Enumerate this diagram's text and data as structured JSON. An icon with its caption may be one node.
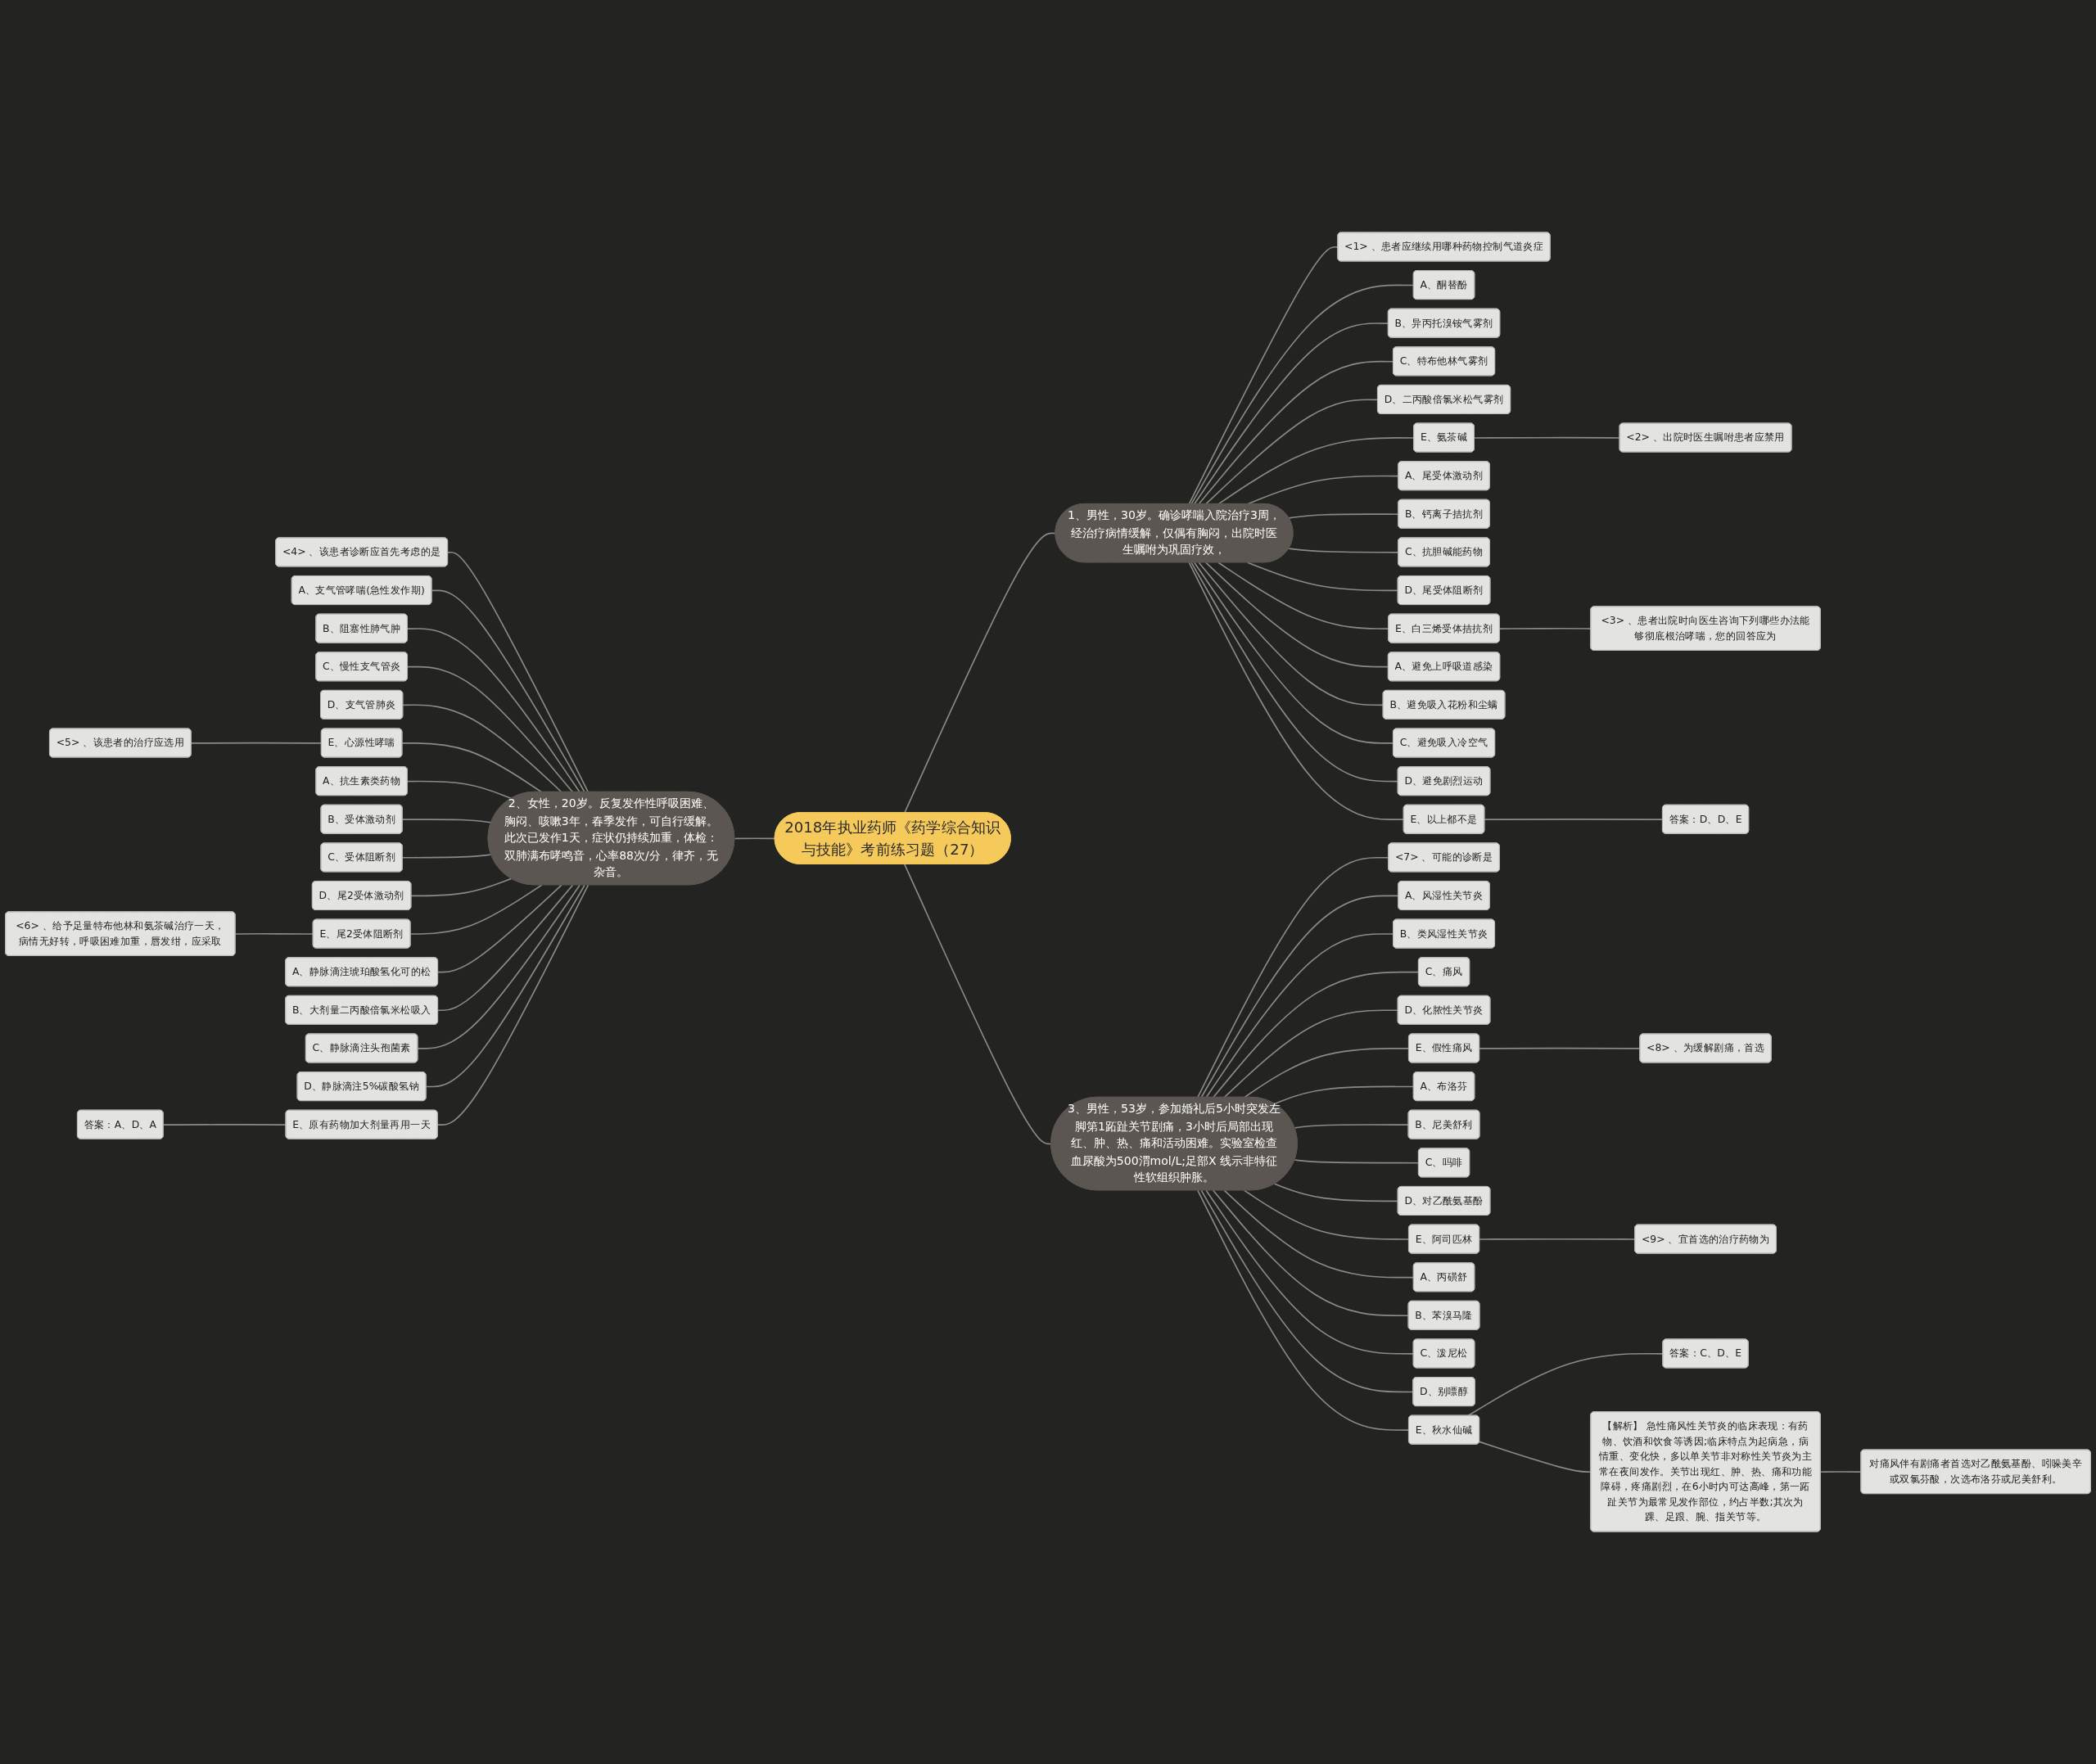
{
  "diagram": {
    "nodes": [
      {
        "text": [
          "2018年执业药师《药学综合知识与技能》考前练习题（27）"
        ]
      },
      {
        "text": [
          "1、男性，30岁。确诊哮喘入院治疗3周，经治疗病情缓解，仅偶有胸闷，出院时医生嘱咐为巩固疗效，"
        ]
      },
      {
        "text": [
          "<1> 、患者应继续用哪种药物控制气道炎症"
        ]
      },
      {
        "text": [
          "A、酮替酚"
        ]
      },
      {
        "text": [
          "B、异丙托溴铵气雾剂"
        ]
      },
      {
        "text": [
          "C、特布他林气雾剂"
        ]
      },
      {
        "text": [
          "D、二丙酸倍氯米松气雾剂"
        ]
      },
      {
        "text": [
          "E、氨茶碱"
        ]
      },
      {
        "text": [
          "<2> 、出院时医生嘱咐患者应禁用"
        ]
      },
      {
        "text": [
          "A、尾受体激动剂"
        ]
      },
      {
        "text": [
          "B、钙离子拮抗剂"
        ]
      },
      {
        "text": [
          "C、抗胆碱能药物"
        ]
      },
      {
        "text": [
          "D、尾受体阻断剂"
        ]
      },
      {
        "text": [
          "E、白三烯受体拮抗剂"
        ]
      },
      {
        "text": [
          "<3> 、患者出院时向医生咨询下列哪些办法能够彻底根治哮喘，您的回答应为"
        ]
      },
      {
        "text": [
          "A、避免上呼吸道感染"
        ]
      },
      {
        "text": [
          "B、避免吸入花粉和尘螨"
        ]
      },
      {
        "text": [
          "C、避免吸入冷空气"
        ]
      },
      {
        "text": [
          "D、避免剧烈运动"
        ]
      },
      {
        "text": [
          "E、以上都不是"
        ]
      },
      {
        "text": [
          "答案：D、D、E"
        ]
      },
      {
        "text": [
          "2、女性，20岁。反复发作性呼吸困难、胸闷、咳嗽3年，春季发作，可自行缓解。此次已发作1天，症状仍持续加重，体检：双肺满布哮鸣音，心率88次/分，律齐，无杂音。"
        ]
      },
      {
        "text": [
          "<4> 、该患者诊断应首先考虑的是"
        ]
      },
      {
        "text": [
          "A、支气管哮喘(急性发作期)"
        ]
      },
      {
        "text": [
          "B、阻塞性肺气肿"
        ]
      },
      {
        "text": [
          "C、慢性支气管炎"
        ]
      },
      {
        "text": [
          "D、支气管肺炎"
        ]
      },
      {
        "text": [
          "E、心源性哮喘"
        ]
      },
      {
        "text": [
          "<5> 、该患者的治疗应选用"
        ]
      },
      {
        "text": [
          "A、抗生素类药物"
        ]
      },
      {
        "text": [
          "B、受体激动剂"
        ]
      },
      {
        "text": [
          "C、受体阻断剂"
        ]
      },
      {
        "text": [
          "D、尾2受体激动剂"
        ]
      },
      {
        "text": [
          "E、尾2受体阻断剂"
        ]
      },
      {
        "text": [
          "<6> 、给予足量特布他林和氨茶碱治疗一天，病情无好转，呼吸困难加重，唇发绀，应采取"
        ]
      },
      {
        "text": [
          "A、静脉滴注琥珀酸氢化可的松"
        ]
      },
      {
        "text": [
          "B、大剂量二丙酸倍氯米松吸入"
        ]
      },
      {
        "text": [
          "C、静脉滴注头孢菌素"
        ]
      },
      {
        "text": [
          "D、静脉滴注5%碳酸氢钠"
        ]
      },
      {
        "text": [
          "E、原有药物加大剂量再用一天"
        ]
      },
      {
        "text": [
          "答案：A、D、A"
        ]
      },
      {
        "text": [
          "3、男性，53岁，参加婚礼后5小时突发左脚第1跖趾关节剧痛，3小时后局部出现红、肿、热、痛和活动困难。实验室检查血尿酸为500渭mol/L;足部X 线示非特征性软组织肿胀。"
        ]
      },
      {
        "text": [
          "<7> 、可能的诊断是"
        ]
      },
      {
        "text": [
          "A、风湿性关节炎"
        ]
      },
      {
        "text": [
          "B、类风湿性关节炎"
        ]
      },
      {
        "text": [
          "C、痛风"
        ]
      },
      {
        "text": [
          "D、化脓性关节炎"
        ]
      },
      {
        "text": [
          "E、假性痛风"
        ]
      },
      {
        "text": [
          "<8> 、为缓解剧痛，首选"
        ]
      },
      {
        "text": [
          "A、布洛芬"
        ]
      },
      {
        "text": [
          "B、尼美舒利"
        ]
      },
      {
        "text": [
          "C、吗啡"
        ]
      },
      {
        "text": [
          "D、对乙酰氨基酚"
        ]
      },
      {
        "text": [
          "E、阿司匹林"
        ]
      },
      {
        "text": [
          "<9> 、宜首选的治疗药物为"
        ]
      },
      {
        "text": [
          "A、丙磺舒"
        ]
      },
      {
        "text": [
          "B、苯溴马隆"
        ]
      },
      {
        "text": [
          "C、泼尼松"
        ]
      },
      {
        "text": [
          "D、别嘌醇"
        ]
      },
      {
        "text": [
          "E、秋水仙碱"
        ]
      },
      {
        "text": [
          "答案：C、D、E"
        ]
      },
      {
        "text": [
          "【解析】 急性痛风性关节炎的临床表现：有药物、饮酒和饮食等诱因;临床特点为起病急，病情重、变化快，多以单关节非对称性关节炎为主常在夜间发作。关节出现红、肿、热、痛和功能障碍，疼痛剧烈，在6小时内可达高峰，第一跖趾关节为最常见发作部位，约占半数;其次为踝、足跟、腕、指关节等。"
        ]
      },
      {
        "text": [
          "对痛风伴有剧痛者首选对乙酰氨基酚、吲哚美辛或双氯芬酸，次选布洛芬或尼美舒利。"
        ]
      }
    ],
    "edges": [
      {
        "from": 0,
        "to": 1,
        "arrow": "none"
      },
      {
        "from": 1,
        "to": 2,
        "arrow": "none"
      },
      {
        "from": 1,
        "to": 3,
        "arrow": "none"
      },
      {
        "from": 1,
        "to": 4,
        "arrow": "none"
      },
      {
        "from": 1,
        "to": 5,
        "arrow": "none"
      },
      {
        "from": 1,
        "to": 6,
        "arrow": "none"
      },
      {
        "from": 1,
        "to": 7,
        "arrow": "none"
      },
      {
        "from": 7,
        "to": 8,
        "arrow": "none"
      },
      {
        "from": 1,
        "to": 9,
        "arrow": "none"
      },
      {
        "from": 1,
        "to": 10,
        "arrow": "none"
      },
      {
        "from": 1,
        "to": 11,
        "arrow": "none"
      },
      {
        "from": 1,
        "to": 12,
        "arrow": "none"
      },
      {
        "from": 1,
        "to": 13,
        "arrow": "none"
      },
      {
        "from": 13,
        "to": 14,
        "arrow": "none"
      },
      {
        "from": 1,
        "to": 15,
        "arrow": "none"
      },
      {
        "from": 1,
        "to": 16,
        "arrow": "none"
      },
      {
        "from": 1,
        "to": 17,
        "arrow": "none"
      },
      {
        "from": 1,
        "to": 18,
        "arrow": "none"
      },
      {
        "from": 1,
        "to": 19,
        "arrow": "none"
      },
      {
        "from": 19,
        "to": 20,
        "arrow": "none"
      },
      {
        "from": 0,
        "to": 21,
        "arrow": "none"
      },
      {
        "from": 21,
        "to": 22,
        "arrow": "none"
      },
      {
        "from": 21,
        "to": 23,
        "arrow": "none"
      },
      {
        "from": 21,
        "to": 24,
        "arrow": "none"
      },
      {
        "from": 21,
        "to": 25,
        "arrow": "none"
      },
      {
        "from": 21,
        "to": 26,
        "arrow": "none"
      },
      {
        "from": 21,
        "to": 27,
        "arrow": "none"
      },
      {
        "from": 27,
        "to": 28,
        "arrow": "none"
      },
      {
        "from": 21,
        "to": 29,
        "arrow": "none"
      },
      {
        "from": 21,
        "to": 30,
        "arrow": "none"
      },
      {
        "from": 21,
        "to": 31,
        "arrow": "none"
      },
      {
        "from": 21,
        "to": 32,
        "arrow": "none"
      },
      {
        "from": 21,
        "to": 33,
        "arrow": "none"
      },
      {
        "from": 33,
        "to": 34,
        "arrow": "none"
      },
      {
        "from": 21,
        "to": 35,
        "arrow": "none"
      },
      {
        "from": 21,
        "to": 36,
        "arrow": "none"
      },
      {
        "from": 21,
        "to": 37,
        "arrow": "none"
      },
      {
        "from": 21,
        "to": 38,
        "arrow": "none"
      },
      {
        "from": 21,
        "to": 39,
        "arrow": "none"
      },
      {
        "from": 39,
        "to": 40,
        "arrow": "none"
      },
      {
        "from": 0,
        "to": 41,
        "arrow": "none"
      },
      {
        "from": 41,
        "to": 42,
        "arrow": "none"
      },
      {
        "from": 41,
        "to": 43,
        "arrow": "none"
      },
      {
        "from": 41,
        "to": 44,
        "arrow": "none"
      },
      {
        "from": 41,
        "to": 45,
        "arrow": "none"
      },
      {
        "from": 41,
        "to": 46,
        "arrow": "none"
      },
      {
        "from": 41,
        "to": 47,
        "arrow": "none"
      },
      {
        "from": 47,
        "to": 48,
        "arrow": "none"
      },
      {
        "from": 41,
        "to": 49,
        "arrow": "none"
      },
      {
        "from": 41,
        "to": 50,
        "arrow": "none"
      },
      {
        "from": 41,
        "to": 51,
        "arrow": "none"
      },
      {
        "from": 41,
        "to": 52,
        "arrow": "none"
      },
      {
        "from": 41,
        "to": 53,
        "arrow": "none"
      },
      {
        "from": 53,
        "to": 54,
        "arrow": "none"
      },
      {
        "from": 41,
        "to": 55,
        "arrow": "none"
      },
      {
        "from": 41,
        "to": 56,
        "arrow": "none"
      },
      {
        "from": 41,
        "to": 57,
        "arrow": "none"
      },
      {
        "from": 41,
        "to": 58,
        "arrow": "none"
      },
      {
        "from": 41,
        "to": 59,
        "arrow": "none"
      },
      {
        "from": 59,
        "to": 60,
        "arrow": "none"
      },
      {
        "from": 59,
        "to": 61,
        "arrow": "none"
      },
      {
        "from": 61,
        "to": 62,
        "arrow": "none"
      }
    ]
  }
}
